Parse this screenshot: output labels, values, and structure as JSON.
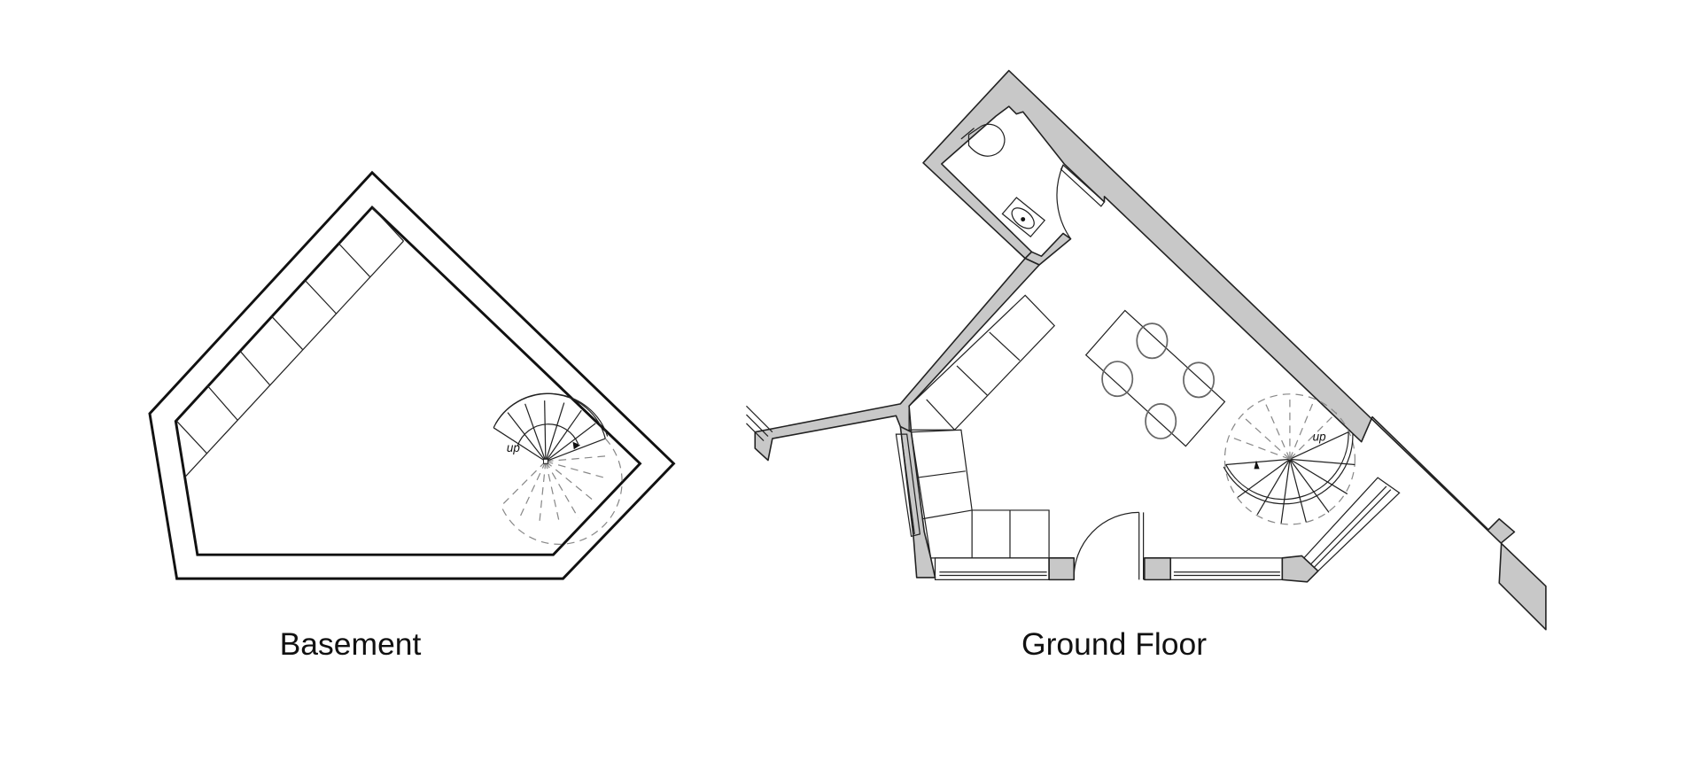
{
  "plans": [
    {
      "label": "Basement",
      "stair_label": "up"
    },
    {
      "label": "Ground Floor",
      "stair_label": "up"
    }
  ],
  "colors": {
    "wall_fill": "#c8c8c8",
    "line": "#222222"
  }
}
